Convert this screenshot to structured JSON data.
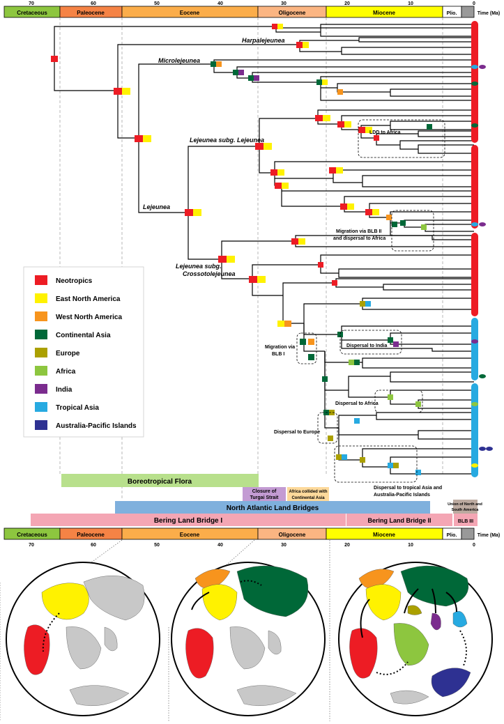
{
  "timescale": {
    "ticks": [
      "70",
      "60",
      "50",
      "40",
      "30",
      "20",
      "10",
      "0"
    ],
    "axis_label": "Time (Ma)",
    "epochs": [
      {
        "name": "Cretaceous",
        "color": "#8dc63f"
      },
      {
        "name": "Paleocene",
        "color": "#f58345"
      },
      {
        "name": "Eocene",
        "color": "#fbad4a"
      },
      {
        "name": "Oligocene",
        "color": "#fbb582"
      },
      {
        "name": "Miocene",
        "color": "#ffff00"
      },
      {
        "name": "Plio.",
        "color": "#ffffff"
      }
    ]
  },
  "clades": {
    "harpalejeunea": "Harpalejeunea",
    "microlejeunea": "Microlejeunea",
    "lejeunea_subg": "Lejeunea subg. Lejeunea",
    "lejeunea": "Lejeunea",
    "crosso_1": "Lejeunea subg.",
    "crosso_2": "Crossotolejeunea"
  },
  "events": {
    "ldd_africa": "LDD to Africa",
    "blb2_1": "Migration via BLB II",
    "blb2_2": "and dispersal to Africa",
    "blb1_1": "Migration via",
    "blb1_2": "BLB I",
    "india": "Dispersal to India",
    "africa": "Dispersal to Africa",
    "europe": "Dispersal to Europe",
    "tropasia_1": "Dispersal to tropical Asia and",
    "tropasia_2": "Australia-Pacific Islands"
  },
  "legend": [
    {
      "label": "Neotropics",
      "color": "#ed1c24"
    },
    {
      "label": "East North America",
      "color": "#fff200"
    },
    {
      "label": "West North America",
      "color": "#f7941d"
    },
    {
      "label": "Continental Asia",
      "color": "#006838"
    },
    {
      "label": "Europe",
      "color": "#aba000"
    },
    {
      "label": "Africa",
      "color": "#8dc63f"
    },
    {
      "label": "India",
      "color": "#7b2c8e"
    },
    {
      "label": "Tropical Asia",
      "color": "#27aae1"
    },
    {
      "label": "Australia-Pacific Islands",
      "color": "#2e3192"
    }
  ],
  "geo_events": {
    "boreotropical": "Boreotropical Flora",
    "turgai_1": "Closure of",
    "turgai_2": "Turgai Strait",
    "africa_col_1": "Africa collided with",
    "africa_col_2": "Continental Asia",
    "nalb": "North Atlantic Land Bridges",
    "union_1": "Union of North and",
    "union_2": "South America",
    "blb1": "Bering Land Bridge I",
    "blb2": "Bering Land Bridge II",
    "blb3": "BLB III"
  }
}
